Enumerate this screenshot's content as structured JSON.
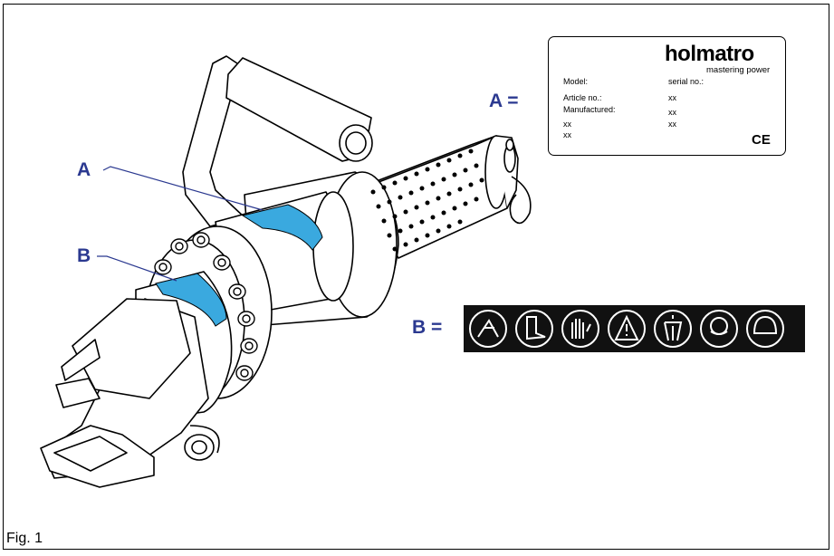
{
  "figure": {
    "caption": "Fig. 1"
  },
  "callouts": {
    "a_label": "A",
    "b_label": "B",
    "a_equals": "A =",
    "b_equals": "B ="
  },
  "nameplate": {
    "brand": "holmatro",
    "tagline": "mastering power",
    "model_label": "Model:",
    "serial_label": "serial no.:",
    "article_label": "Article no.:",
    "article_value": "xx",
    "manufactured_label": "Manufactured:",
    "manufactured_value": "xx",
    "extra_1_left": "xx",
    "extra_1_right": "xx",
    "extra_2_left": "xx",
    "ce_mark": "CE"
  },
  "safety_icons": [
    "read-manual-icon",
    "safety-boots-icon",
    "gloves-icon",
    "warning-hand-icon",
    "protective-suit-icon",
    "safety-glasses-icon",
    "helmet-icon"
  ],
  "colors": {
    "callout": "#2b3990",
    "label_band": "#3aa9df",
    "strip": "#111111"
  }
}
